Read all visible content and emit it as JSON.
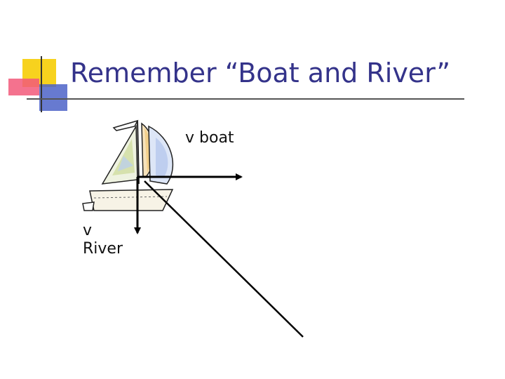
{
  "title": "Remember “Boat and River”",
  "labels": {
    "boat_velocity": "v boat",
    "river_velocity": "v\nRiver"
  },
  "colors": {
    "title": "#34338a",
    "accent_yellow": "#f7d21e",
    "accent_red": "#f2597a",
    "accent_blue": "#4c63c8",
    "arrow": "#000000"
  },
  "icons": {
    "boat": "sailboat-clipart"
  }
}
